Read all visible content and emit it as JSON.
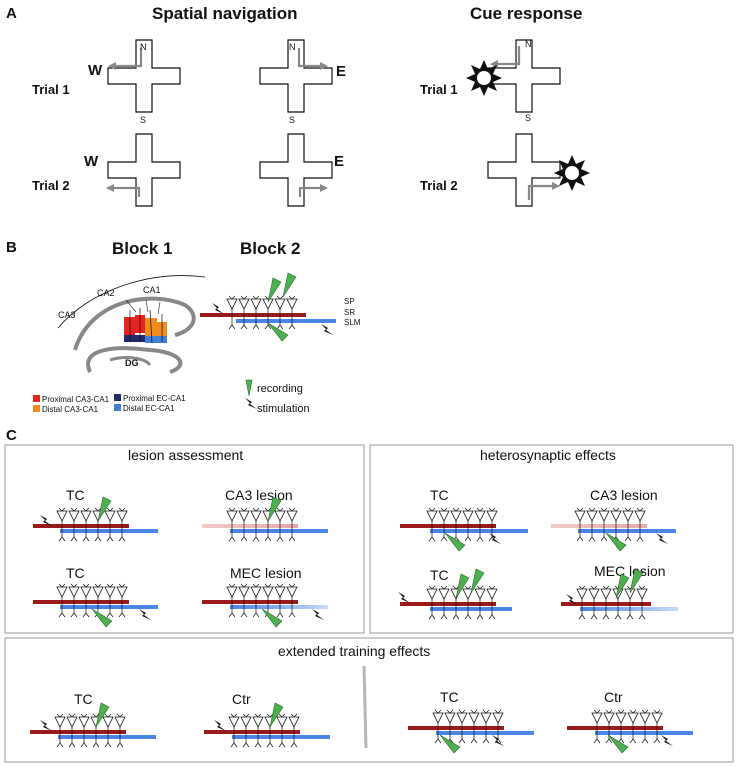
{
  "panel_a": {
    "letter": "A",
    "spatial_heading": "Spatial navigation",
    "cue_heading": "Cue response",
    "trial1": "Trial 1",
    "trial2": "Trial 2",
    "west": "W",
    "east": "E",
    "north": "N",
    "south": "S"
  },
  "panel_b": {
    "letter": "B",
    "block1": "Block 1",
    "block2": "Block 2",
    "ca1": "CA1",
    "ca2": "CA2",
    "ca3": "CA3",
    "dg": "DG",
    "layers": [
      "SP",
      "SR",
      "SLM"
    ],
    "legend": [
      {
        "label": "Proximal CA3-CA1",
        "color": "#e8231f"
      },
      {
        "label": "Distal CA3-CA1",
        "color": "#f08c1e"
      },
      {
        "label": "Proximal EC-CA1",
        "color": "#1f2a6b"
      },
      {
        "label": "Distal EC-CA1",
        "color": "#3f7fd6"
      }
    ],
    "recording": "recording",
    "stimulation": "stimulation"
  },
  "panel_c": {
    "letter": "C",
    "lesion_title": "lesion assessment",
    "hetero_title": "heterosynaptic effects",
    "extended_title": "extended training effects",
    "tc": "TC",
    "ca3_lesion": "CA3 lesion",
    "mec_lesion": "MEC lesion",
    "ctr": "Ctr"
  },
  "colors": {
    "ca3_pathway": "#9b1b1b",
    "ec_pathway": "#4a86e8",
    "electrode": "#4caf50"
  }
}
